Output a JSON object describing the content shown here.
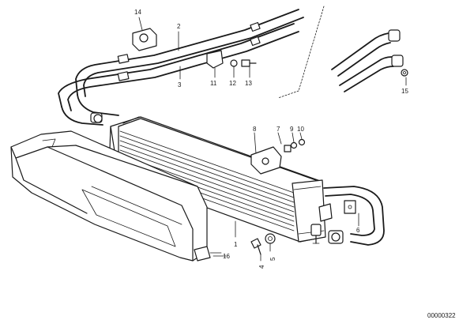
{
  "diagram": {
    "reference_number": "00000322",
    "callouts": [
      {
        "id": "c1",
        "text": "1"
      },
      {
        "id": "c2",
        "text": "2"
      },
      {
        "id": "c3",
        "text": "3"
      },
      {
        "id": "c4",
        "text": "4"
      },
      {
        "id": "c5",
        "text": "5"
      },
      {
        "id": "c6",
        "text": "6"
      },
      {
        "id": "c7",
        "text": "7"
      },
      {
        "id": "c8",
        "text": "8"
      },
      {
        "id": "c9",
        "text": "9"
      },
      {
        "id": "c10",
        "text": "10"
      },
      {
        "id": "c11",
        "text": "11"
      },
      {
        "id": "c12",
        "text": "12"
      },
      {
        "id": "c13",
        "text": "13"
      },
      {
        "id": "c14",
        "text": "14"
      },
      {
        "id": "c15",
        "text": "15"
      },
      {
        "id": "c16",
        "text": "16"
      }
    ]
  }
}
